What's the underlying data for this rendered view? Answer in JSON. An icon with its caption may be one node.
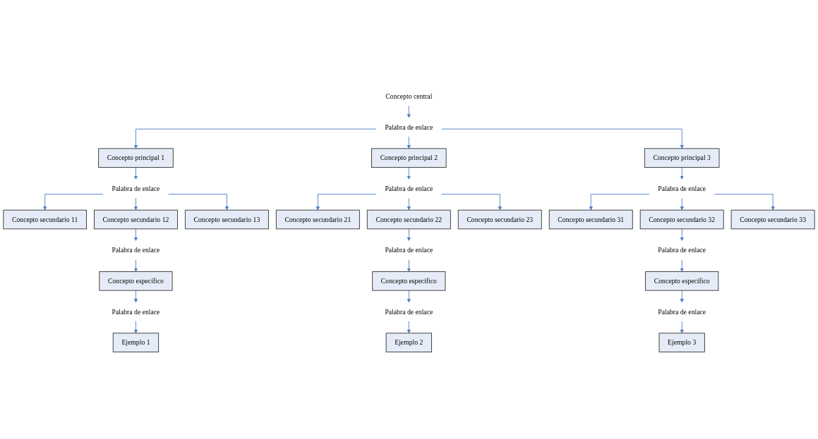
{
  "diagram": {
    "nodes": [
      {
        "text": [
          "Concepto central"
        ]
      },
      {
        "text": [
          "Palabra de enlace"
        ]
      },
      {
        "text": [
          "Concepto principal 1"
        ]
      },
      {
        "text": [
          "Concepto principal 2"
        ]
      },
      {
        "text": [
          "Concepto principal 3"
        ]
      },
      {
        "text": [
          "Palabra de enlace"
        ]
      },
      {
        "text": [
          "Palabra de enlace"
        ]
      },
      {
        "text": [
          "Palabra de enlace"
        ]
      },
      {
        "text": [
          "Concepto secundario 11"
        ]
      },
      {
        "text": [
          "Concepto secundario 12"
        ]
      },
      {
        "text": [
          "Concepto secundario 13"
        ]
      },
      {
        "text": [
          "Concepto secundario 21"
        ]
      },
      {
        "text": [
          "Concepto secundario 22"
        ]
      },
      {
        "text": [
          "Concepto secundario 23"
        ]
      },
      {
        "text": [
          "Concepto secundario 31"
        ]
      },
      {
        "text": [
          "Concepto secundario 32"
        ]
      },
      {
        "text": [
          "Concepto secundario 33"
        ]
      },
      {
        "text": [
          "Palabra de enlace"
        ]
      },
      {
        "text": [
          "Palabra de enlace"
        ]
      },
      {
        "text": [
          "Palabra de enlace"
        ]
      },
      {
        "text": [
          "Concepto específico"
        ]
      },
      {
        "text": [
          "Concepto específico"
        ]
      },
      {
        "text": [
          "Concepto específico"
        ]
      },
      {
        "text": [
          "Palabra de enlace"
        ]
      },
      {
        "text": [
          "Palabra de enlace"
        ]
      },
      {
        "text": [
          "Palabra de enlace"
        ]
      },
      {
        "text": [
          "Ejemplo 1"
        ]
      },
      {
        "text": [
          "Ejemplo 2"
        ]
      },
      {
        "text": [
          "Ejemplo 3"
        ]
      }
    ],
    "edges": [
      {
        "from": 0,
        "to": 1,
        "arrow": "to"
      },
      {
        "from": 1,
        "to": 2,
        "arrow": "to"
      },
      {
        "from": 1,
        "to": 3,
        "arrow": "to"
      },
      {
        "from": 1,
        "to": 4,
        "arrow": "to"
      },
      {
        "from": 2,
        "to": 5,
        "arrow": "to"
      },
      {
        "from": 3,
        "to": 6,
        "arrow": "to"
      },
      {
        "from": 4,
        "to": 7,
        "arrow": "to"
      },
      {
        "from": 5,
        "to": 8,
        "arrow": "to"
      },
      {
        "from": 5,
        "to": 9,
        "arrow": "to"
      },
      {
        "from": 5,
        "to": 10,
        "arrow": "to"
      },
      {
        "from": 6,
        "to": 11,
        "arrow": "to"
      },
      {
        "from": 6,
        "to": 12,
        "arrow": "to"
      },
      {
        "from": 6,
        "to": 13,
        "arrow": "to"
      },
      {
        "from": 7,
        "to": 14,
        "arrow": "to"
      },
      {
        "from": 7,
        "to": 15,
        "arrow": "to"
      },
      {
        "from": 7,
        "to": 16,
        "arrow": "to"
      },
      {
        "from": 9,
        "to": 17,
        "arrow": "to"
      },
      {
        "from": 12,
        "to": 18,
        "arrow": "to"
      },
      {
        "from": 15,
        "to": 19,
        "arrow": "to"
      },
      {
        "from": 17,
        "to": 20,
        "arrow": "to"
      },
      {
        "from": 18,
        "to": 21,
        "arrow": "to"
      },
      {
        "from": 19,
        "to": 22,
        "arrow": "to"
      },
      {
        "from": 20,
        "to": 23,
        "arrow": "to"
      },
      {
        "from": 21,
        "to": 24,
        "arrow": "to"
      },
      {
        "from": 22,
        "to": 25,
        "arrow": "to"
      },
      {
        "from": 23,
        "to": 26,
        "arrow": "to"
      },
      {
        "from": 24,
        "to": 27,
        "arrow": "to"
      },
      {
        "from": 25,
        "to": 28,
        "arrow": "to"
      }
    ]
  }
}
